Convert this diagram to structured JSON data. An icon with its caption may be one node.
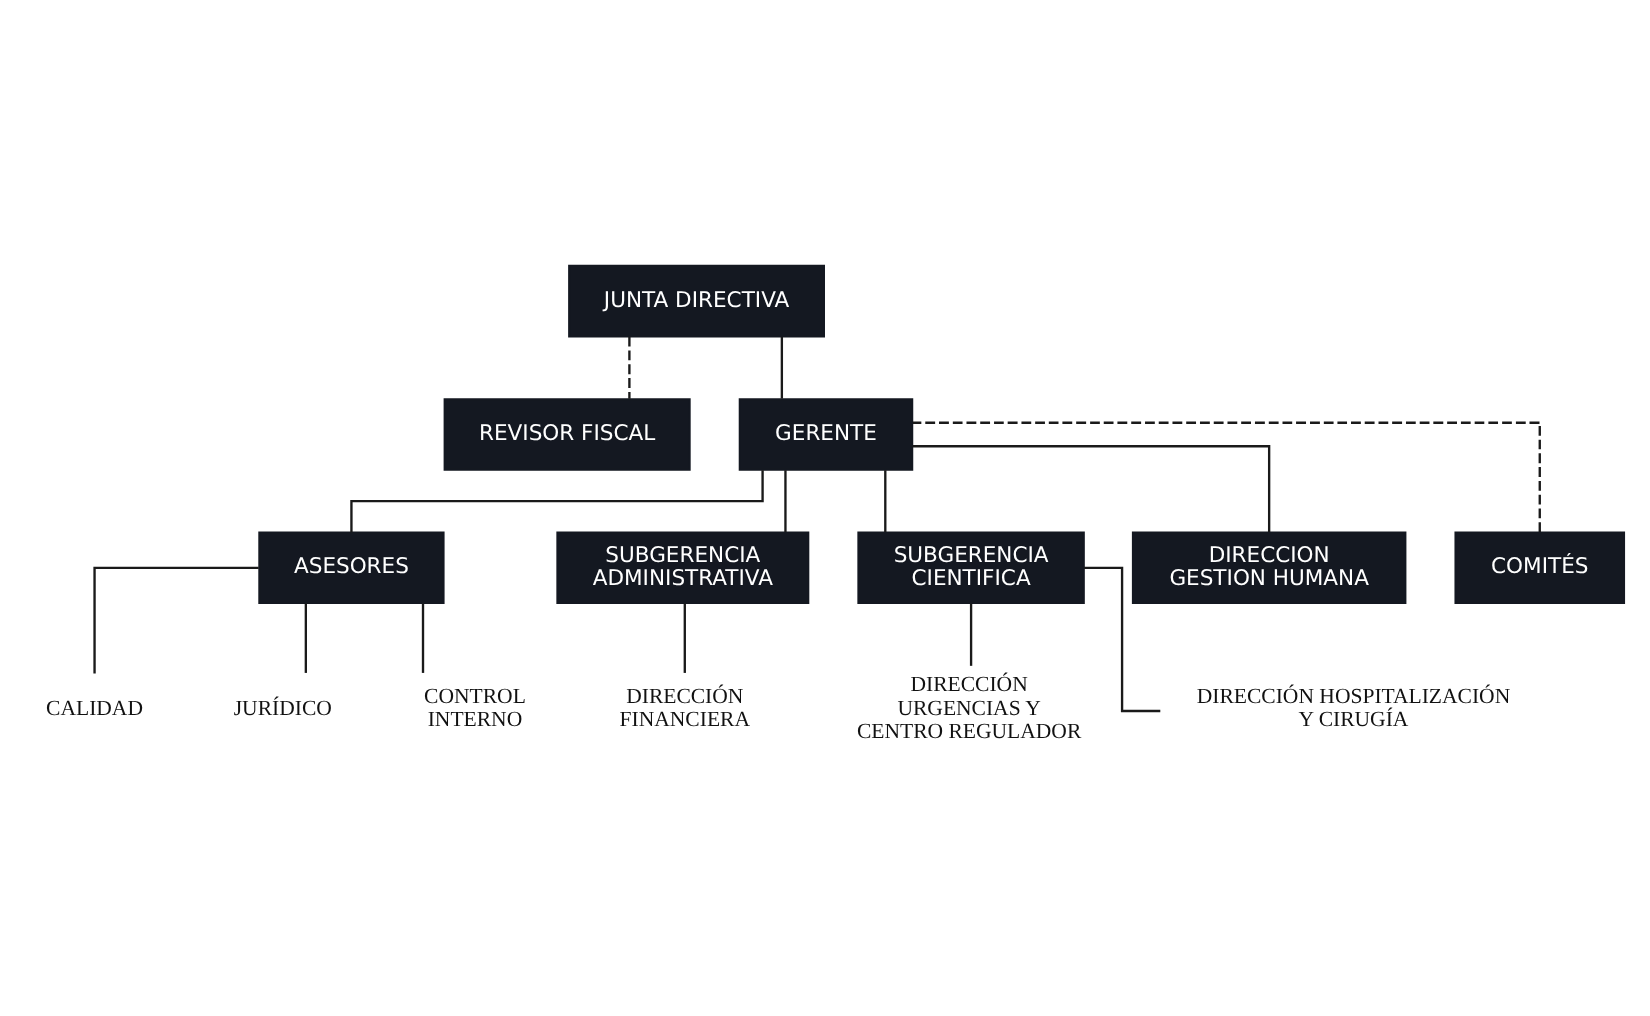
{
  "diagram": {
    "nodes": [
      {
        "text": [
          "JUNTA DIRECTIVA"
        ]
      },
      {
        "text": [
          "REVISOR FISCAL"
        ]
      },
      {
        "text": [
          "GERENTE"
        ]
      },
      {
        "text": [
          "COMITÉS"
        ]
      },
      {
        "text": [
          "ASESORES"
        ]
      },
      {
        "text": [
          "CALIDAD"
        ]
      },
      {
        "text": [
          "JURÍDICO"
        ]
      },
      {
        "text": [
          "CONTROL INTERNO"
        ]
      },
      {
        "text": [
          "SUBGERENCIA ADMINISTRATIVA"
        ]
      },
      {
        "text": [
          "SUBGERENCIA CIENTIFICA"
        ]
      },
      {
        "text": [
          "DIRECCION GESTION HUMANA"
        ]
      },
      {
        "text": [
          "DIRECCIÓN FINANCIERA"
        ]
      },
      {
        "text": [
          "DIRECCIÓN URGENCIAS Y CENTRO REGULADOR"
        ]
      },
      {
        "text": [
          "DIRECCIÓN HOSPITALIZACIÓN Y CIRUGÍA"
        ]
      }
    ],
    "edges": [
      {
        "from": 0,
        "to": 2,
        "arrow": "none"
      },
      {
        "from": 0,
        "to": 1,
        "arrow": "none",
        "style": "dashed"
      },
      {
        "from": 3,
        "to": 2,
        "arrow": "none",
        "style": "dashed"
      },
      {
        "from": 2,
        "to": 4,
        "arrow": "none"
      },
      {
        "from": 4,
        "to": 5,
        "arrow": "none"
      },
      {
        "from": 4,
        "to": 6,
        "arrow": "none"
      },
      {
        "from": 4,
        "to": 7,
        "arrow": "none"
      },
      {
        "from": 2,
        "to": 8,
        "arrow": "none"
      },
      {
        "from": 2,
        "to": 9,
        "arrow": "none"
      },
      {
        "from": 2,
        "to": 10,
        "arrow": "none"
      },
      {
        "from": 8,
        "to": 11,
        "arrow": "none"
      },
      {
        "from": 9,
        "to": 12,
        "arrow": "none"
      },
      {
        "from": 9,
        "to": 13,
        "arrow": "none"
      }
    ]
  }
}
